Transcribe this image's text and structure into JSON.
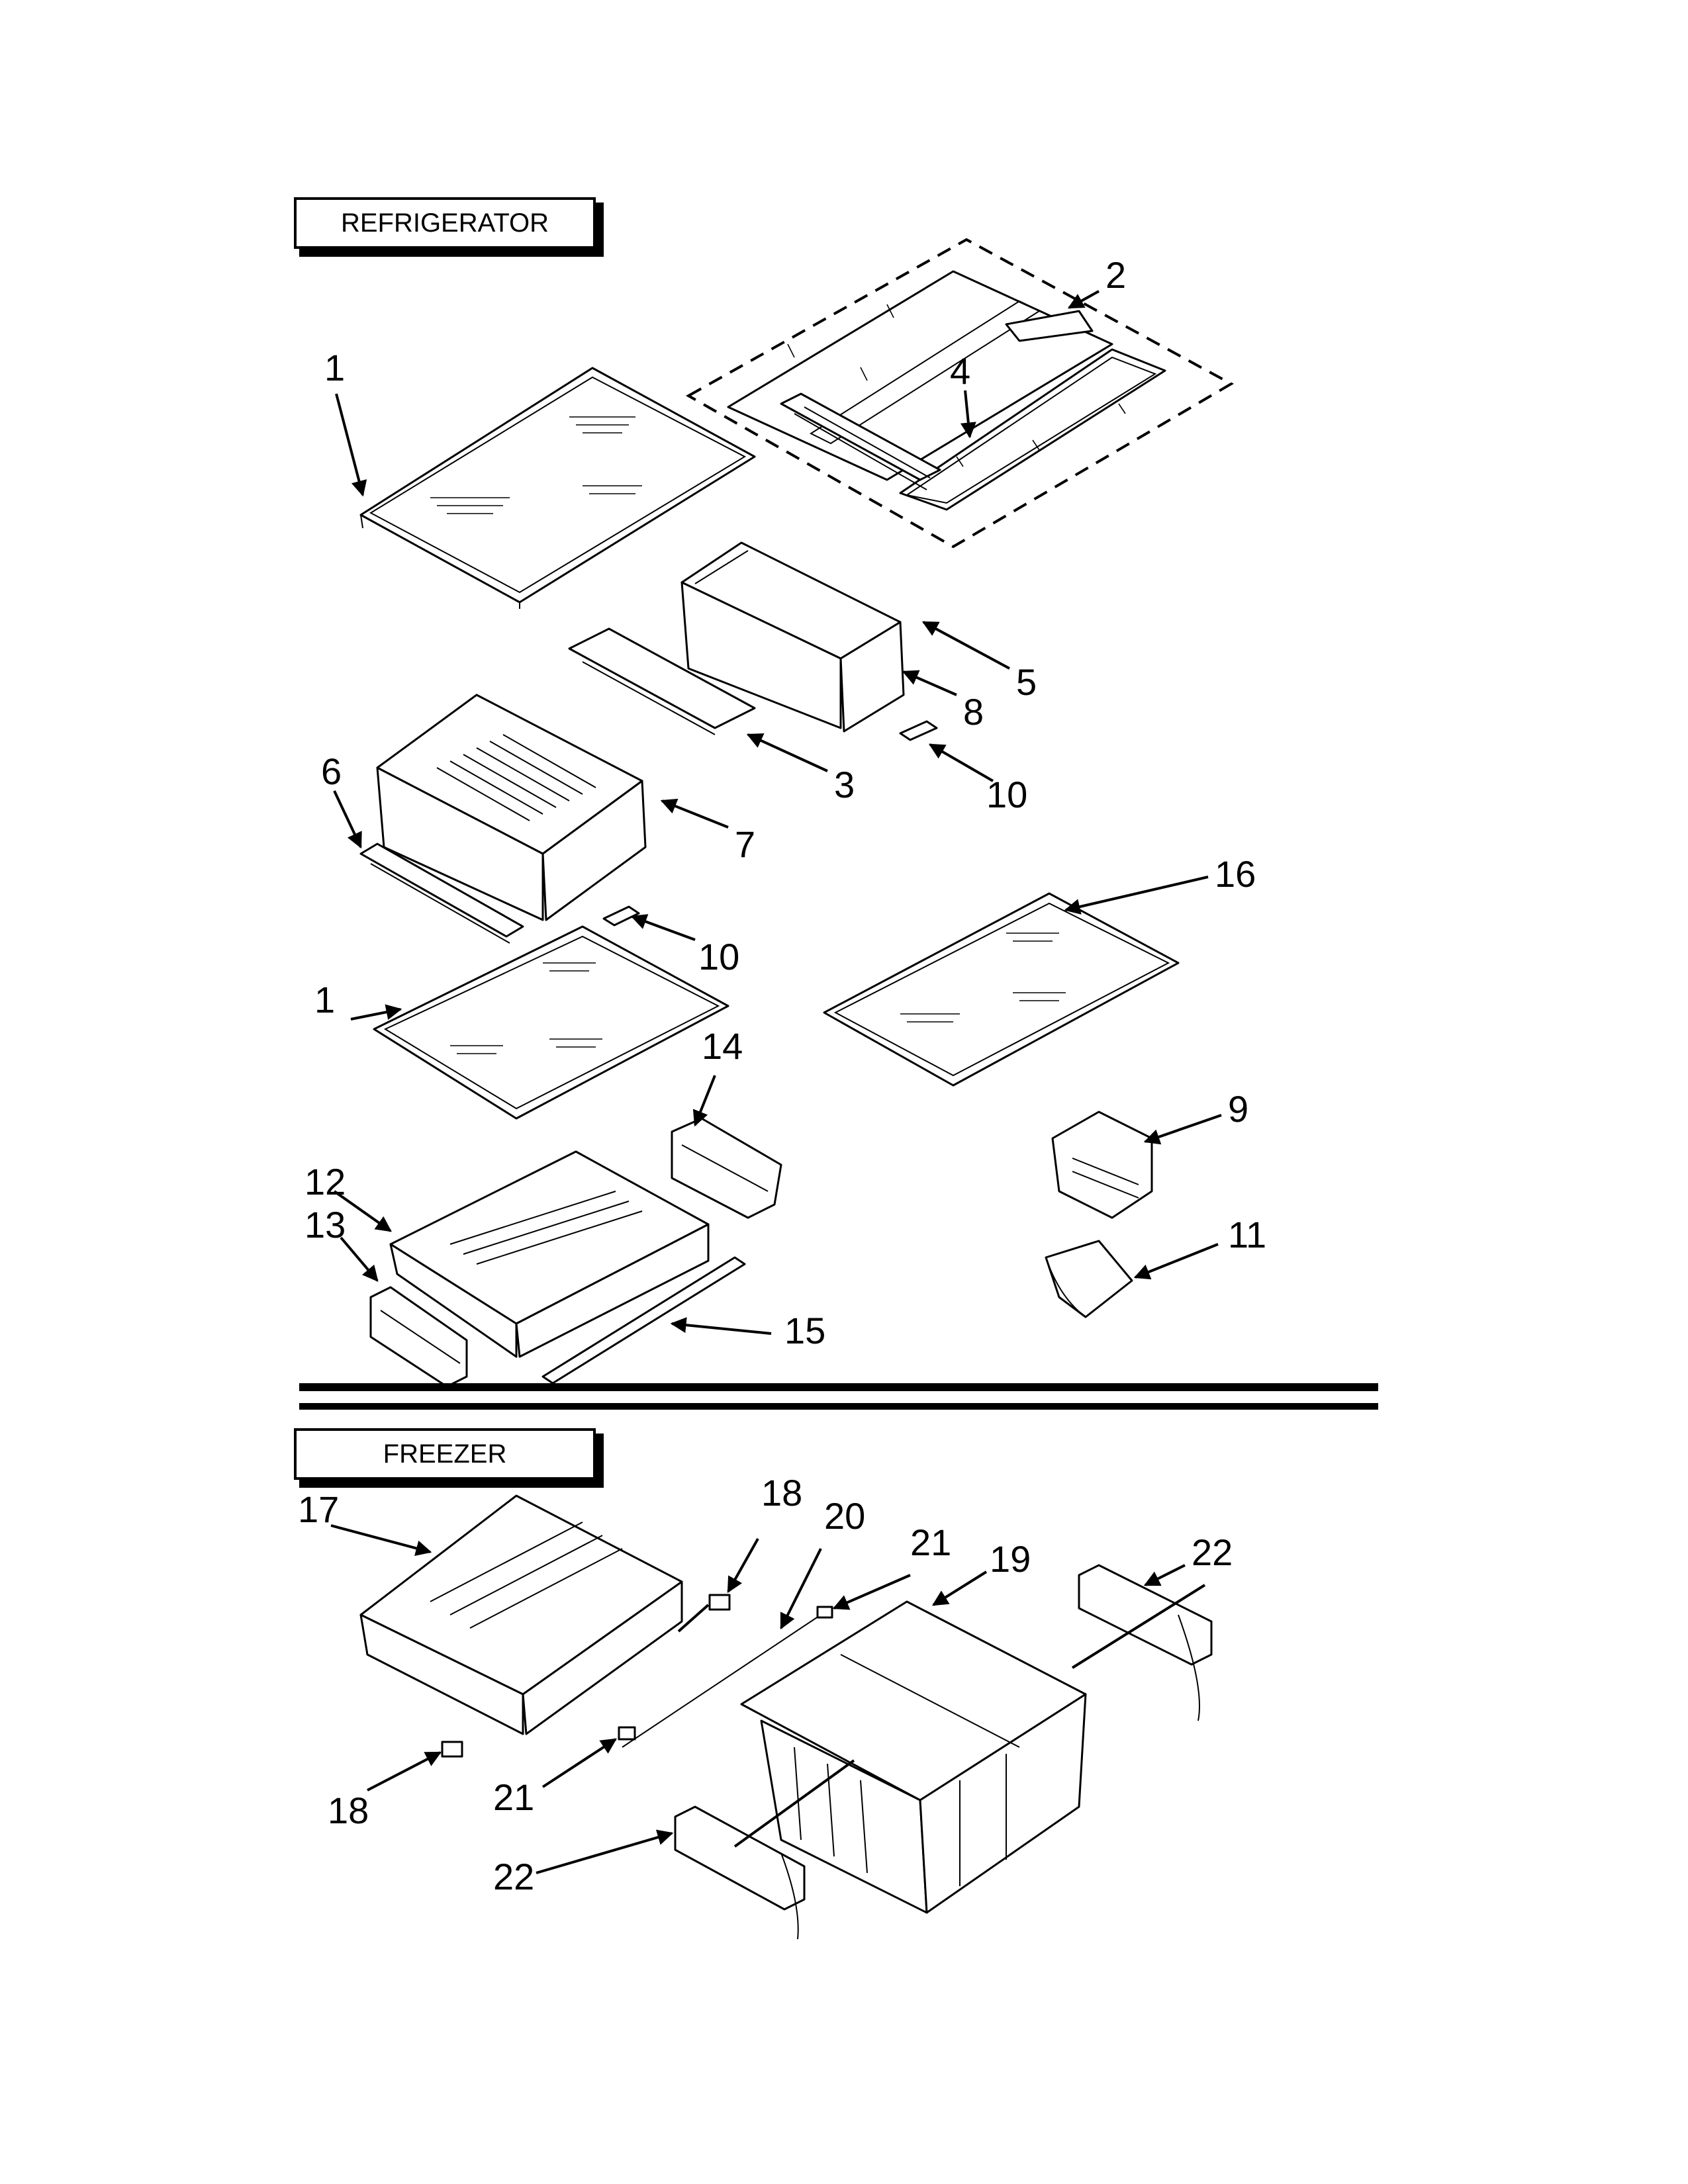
{
  "sections": {
    "refrigerator": "REFRIGERATOR",
    "freezer": "FREEZER"
  },
  "callouts": {
    "c1_top": "1",
    "c2": "2",
    "c4": "4",
    "c5": "5",
    "c8": "8",
    "c3": "3",
    "c10_upper": "10",
    "c6": "6",
    "c7": "7",
    "c10_lower": "10",
    "c16": "16",
    "c1_lower": "1",
    "c14": "14",
    "c9": "9",
    "c12": "12",
    "c13": "13",
    "c11": "11",
    "c15": "15",
    "c17": "17",
    "c18_top": "18",
    "c20": "20",
    "c21_top": "21",
    "c19": "19",
    "c22_top": "22",
    "c18_bottom": "18",
    "c21_bottom": "21",
    "c22_bottom": "22"
  }
}
